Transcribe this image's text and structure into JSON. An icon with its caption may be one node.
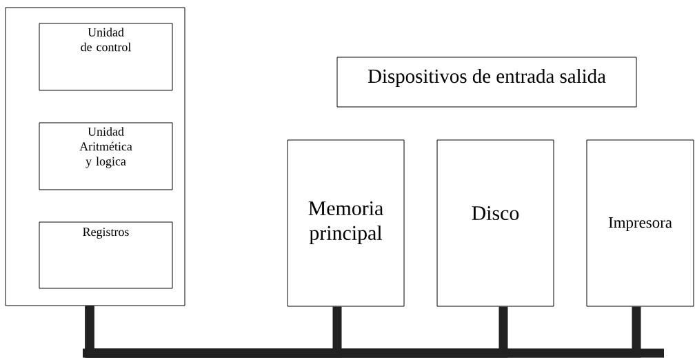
{
  "diagram": {
    "nodes": [
      {
        "text": [],
        "shape": "box"
      },
      {
        "text": [
          "Unidad de control"
        ],
        "in": 0
      },
      {
        "text": [
          "Unidad Aritmética y logica"
        ],
        "in": 0
      },
      {
        "text": [
          "Registros"
        ],
        "in": 0
      },
      {
        "text": [
          "Dispositivos de entrada salida"
        ]
      },
      {
        "text": [
          "Memoria principal"
        ]
      },
      {
        "text": [
          "Disco"
        ]
      },
      {
        "text": [
          "Impresora"
        ]
      }
    ],
    "edges": [
      {
        "from": 0,
        "to": 5,
        "arrow": "none"
      },
      {
        "from": 0,
        "to": 6,
        "arrow": "none"
      },
      {
        "from": 0,
        "to": 7,
        "arrow": "none"
      }
    ]
  }
}
